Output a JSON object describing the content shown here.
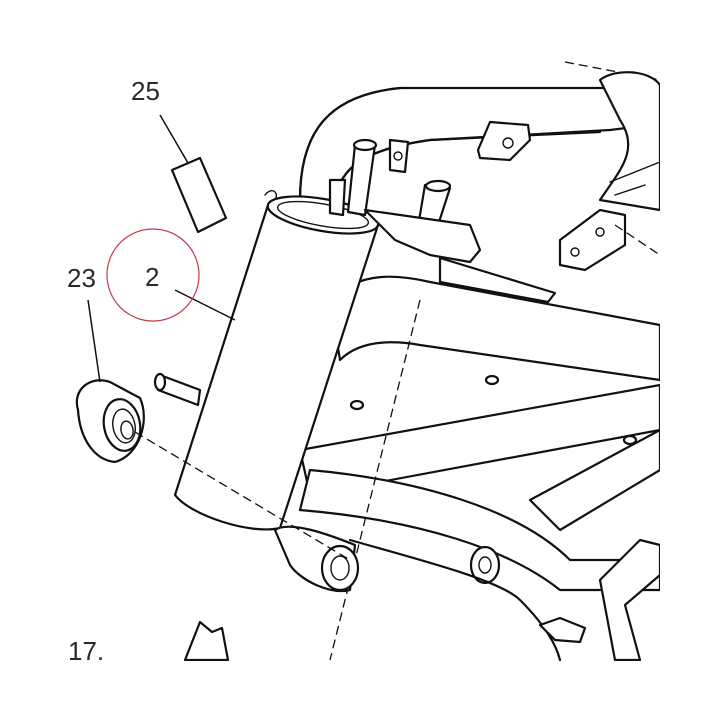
{
  "diagram": {
    "callouts": [
      {
        "id": "25",
        "label": "25"
      },
      {
        "id": "2",
        "label": "2"
      },
      {
        "id": "23",
        "label": "23"
      },
      {
        "id": "17",
        "label": "17."
      }
    ],
    "highlight_color": "#c0394b",
    "line_color": "#111111"
  }
}
